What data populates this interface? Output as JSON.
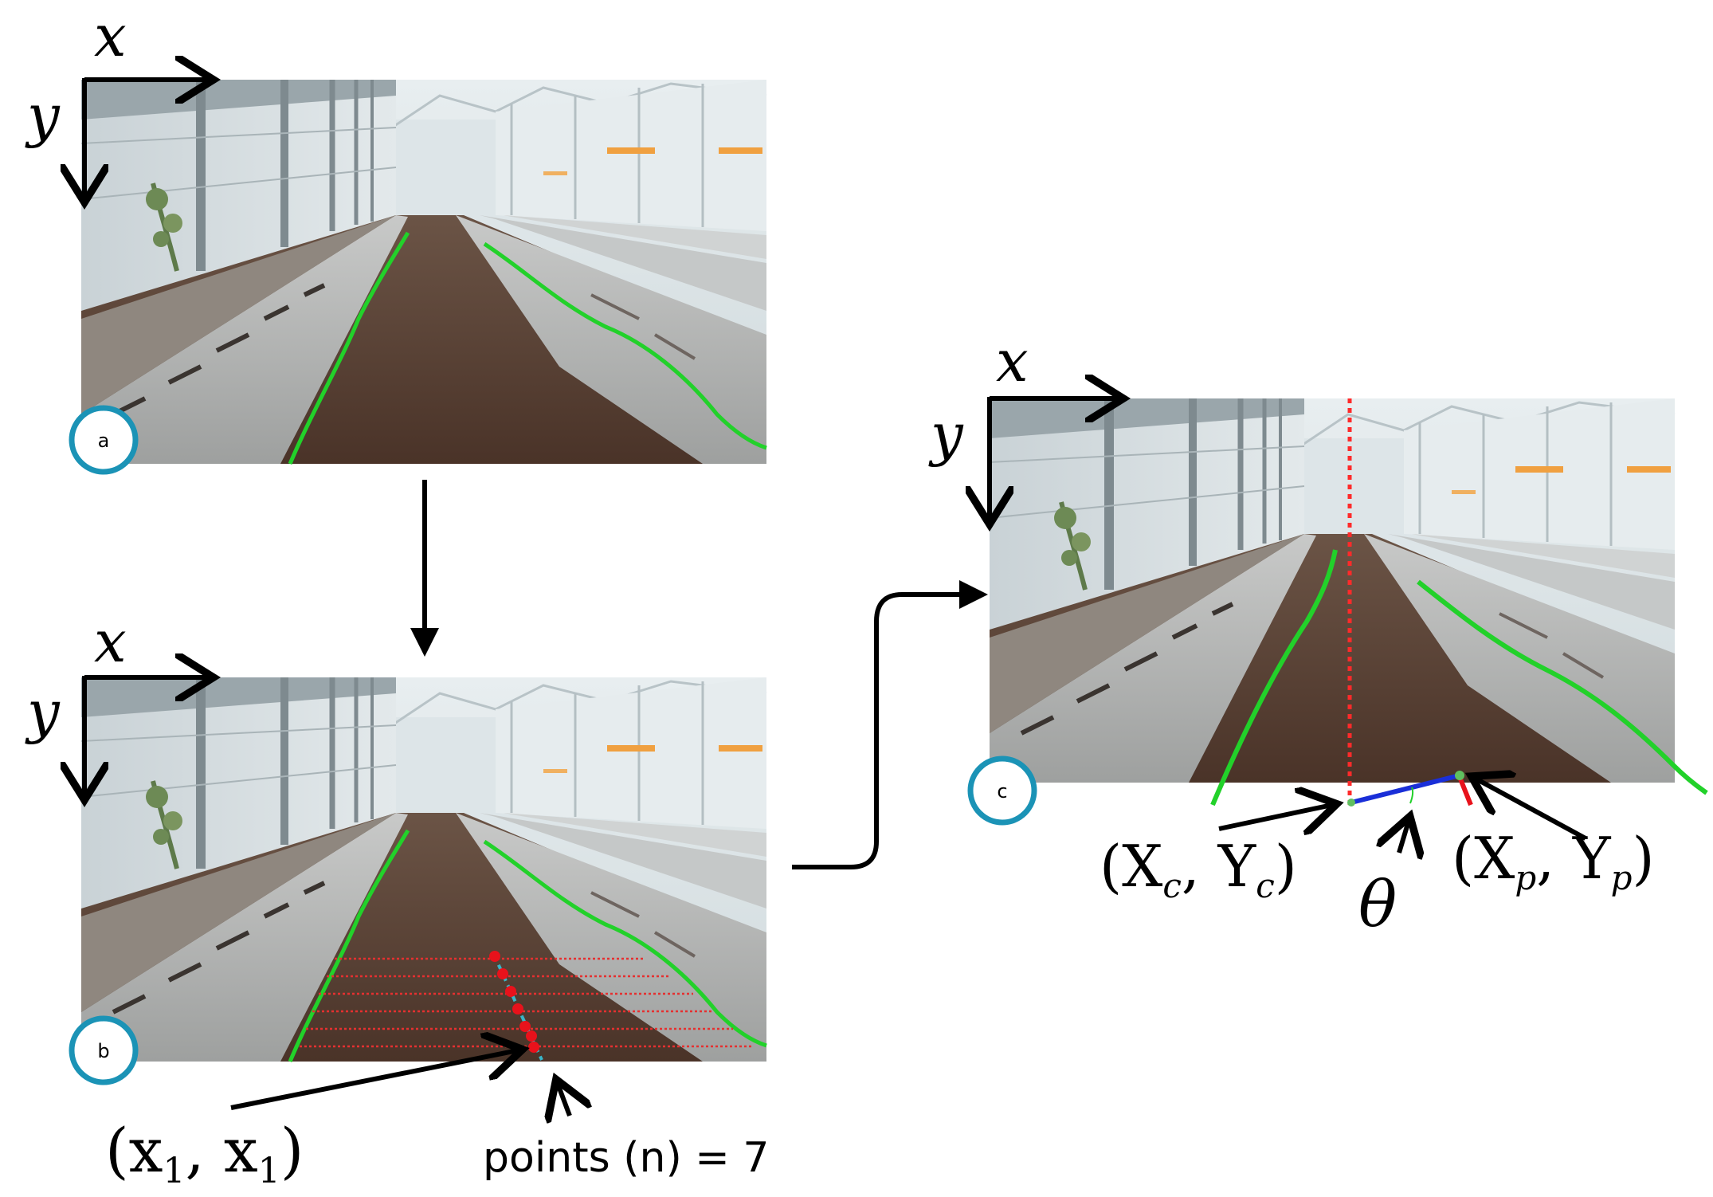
{
  "panels": {
    "a": {
      "badge": "a",
      "x_label": "x",
      "y_label": "y"
    },
    "b": {
      "badge": "b",
      "x_label": "x",
      "y_label": "y"
    },
    "c": {
      "badge": "c",
      "x_label": "x",
      "y_label": "y"
    }
  },
  "annotations": {
    "point_start_text": "(x",
    "point_start_sub1": "1",
    "point_start_mid": ", x",
    "point_start_sub2": "1",
    "point_start_close": ")",
    "points_count": "points (n) = 7",
    "camera_center_open": "(X",
    "camera_center_sub_x": "c",
    "camera_center_mid": ", Y",
    "camera_center_sub_y": "c",
    "camera_center_close": ")",
    "target_open": "(X",
    "target_sub_x": "p",
    "target_mid": ", Y",
    "target_sub_y": "p",
    "target_close": ")",
    "theta": "θ"
  },
  "colors": {
    "badge_ring": "#1b93b6",
    "crop_row_line": "#22d12a",
    "scan_line": "#e53030",
    "center_line": "#ff2a2a",
    "heading_line": "#1a2fd8",
    "path_line": "#38b6c9",
    "arrow": "#000000"
  }
}
